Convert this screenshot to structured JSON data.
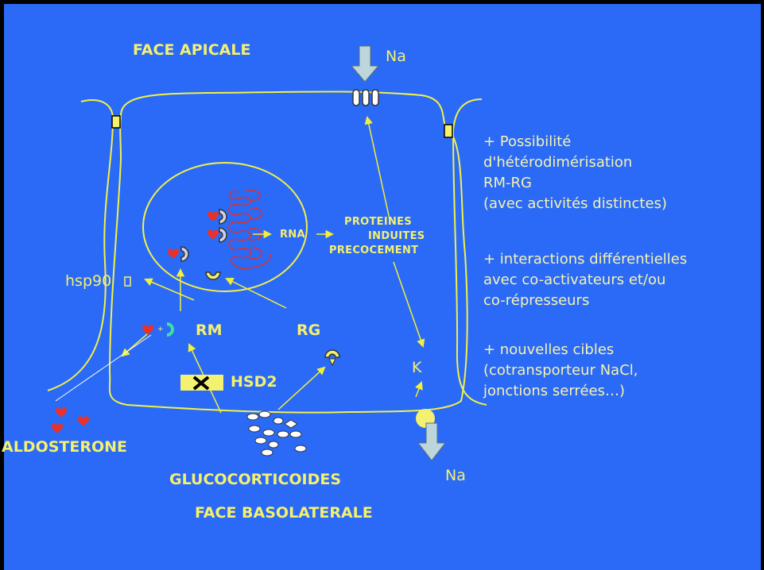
{
  "labels": {
    "face_apicale": "FACE APICALE",
    "face_basolaterale": "FACE BASOLATERALE",
    "na_top": "Na",
    "na_bottom": "Na",
    "proteines": "PROTEINES",
    "induites": "INDUITES",
    "precocement": "PRECOCEMENT",
    "rna": "RNA",
    "hsp90": "hsp90",
    "rm": "RM",
    "rg": "RG",
    "hsd2": "HSD2",
    "k": "K",
    "aldosterone": "ALDOSTERONE",
    "glucocorticoides": "GLUCOCORTICOIDES",
    "plus_small": "+"
  },
  "notes": [
    {
      "lines": [
        "+ Possibilité",
        "d'hétérodimérisation",
        "RM-RG",
        "(avec activités distinctes)"
      ]
    },
    {
      "lines": [
        "+ interactions différentielles",
        "avec co-activateurs et/ou",
        "co-répresseurs"
      ]
    },
    {
      "lines": [
        "+ nouvelles cibles",
        "(cotransporteur NaCl,",
        "jonctions serrées…)"
      ]
    }
  ],
  "colors": {
    "background": "#2a6af6",
    "label_yellow": "#f4f070",
    "membrane": "#f2f04a",
    "arrow": "#f2ee3a",
    "hormone_red": "#e8322a",
    "dna_red": "#e0302a",
    "na_arrow": "#bcd6dc"
  },
  "icons": {
    "na_arrow": "down-arrow-icon",
    "heart": "heart-icon",
    "receptor": "receptor-icon",
    "x_mark": "cross-icon"
  }
}
